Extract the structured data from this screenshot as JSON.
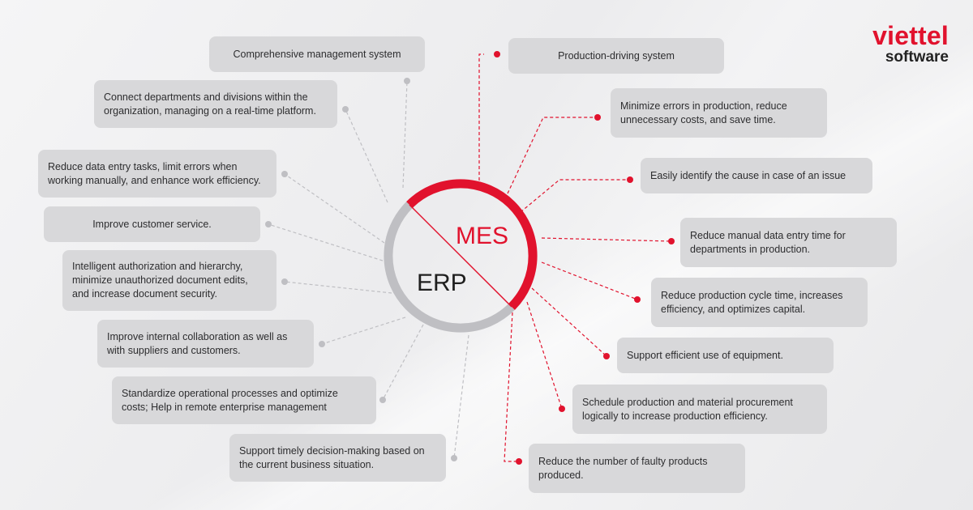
{
  "brand": {
    "name_top": "viettel",
    "name_bottom": "software",
    "accent_color": "#e1122d",
    "neutral_color": "#bfbfc3"
  },
  "core": {
    "mes_label": "MES",
    "erp_label": "ERP"
  },
  "erp_benefits": [
    "Comprehensive management system",
    "Connect departments and divisions within the organization, managing on a real-time platform.",
    "Reduce data entry tasks, limit errors when working manually, and enhance work efficiency.",
    "Improve customer service.",
    "Intelligent authorization and hierarchy, minimize unauthorized document edits, and increase document security.",
    "Improve internal collaboration as well as with suppliers and customers.",
    "Standardize operational processes and optimize costs; Help in remote enterprise management",
    "Support timely decision-making based on the current business situation."
  ],
  "mes_benefits": [
    "Production-driving system",
    "Minimize errors in production, reduce unnecessary costs, and save time.",
    "Easily identify the cause in case of an issue",
    "Reduce manual data entry time for departments in production.",
    "Reduce production cycle time, increases efficiency, and optimizes capital.",
    "Support efficient use of equipment.",
    "Schedule production and material procurement logically to increase production efficiency.",
    "Reduce the number of faulty products produced."
  ]
}
